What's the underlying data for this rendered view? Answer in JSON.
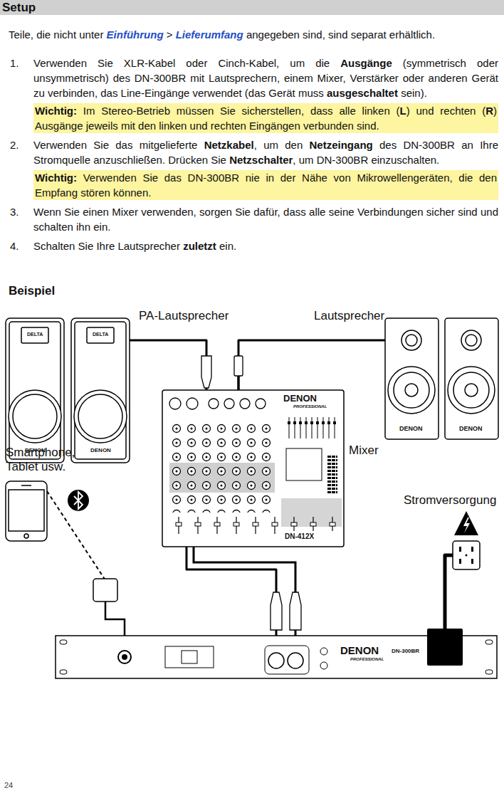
{
  "diagram": {
    "title": "Setup",
    "nodes": [
      {
        "text": [
          "PA-Lautsprecher"
        ]
      },
      {
        "text": [
          "Lautsprecher"
        ]
      },
      {
        "text": [
          "Smartphone, Tablet usw."
        ]
      },
      {
        "text": [
          "Mixer",
          "DENON",
          "PROFESSIONAL",
          "DN-412X"
        ]
      },
      {
        "text": [
          "Stromversorgung"
        ]
      },
      {
        "text": [
          "DENON",
          "PROFESSIONAL",
          "DN-300BR"
        ]
      }
    ],
    "edges": [
      {
        "from": 3,
        "to": 0,
        "arrow": "none"
      },
      {
        "from": 3,
        "to": 1,
        "arrow": "none"
      },
      {
        "from": 5,
        "to": 3,
        "arrow": "none"
      },
      {
        "from": 2,
        "to": 5,
        "arrow": "none"
      },
      {
        "from": 4,
        "to": 5,
        "arrow": "none"
      }
    ],
    "labels": [
      "Teile, die nicht unter",
      "Einführung",
      ">",
      "Lieferumfang",
      "angegeben sind, sind separat erhältlich.",
      "1.",
      "Verwenden Sie XLR-Kabel oder Cinch-Kabel, um die",
      "Ausgänge",
      "(symmetrisch oder unsymmetrisch) des DN-300BR mit Lautsprechern, einem Mixer, Verstärker oder anderen Gerät zu verbinden, das Line-Eingänge verwendet (das Gerät muss",
      "ausgeschaltet",
      "sein).",
      "Wichtig:",
      "Im Stereo-Betrieb müssen Sie sicherstellen, dass alle linken (",
      "L",
      ") und rechten (",
      "R",
      ") Ausgänge jeweils mit den linken und rechten Eingängen verbunden sind.",
      "2.",
      "Verwenden Sie das mitgelieferte",
      "Netzkabel",
      ", um den",
      "Netzeingang",
      "des DN-300BR an Ihre Stromquelle anzuschließen. Drücken Sie",
      "Netzschalter",
      ", um DN-300BR einzuschalten.",
      "Wichtig:",
      "Verwenden Sie das DN-300BR nie in der Nähe von Mikrowellengeräten, die den Empfang stören können.",
      "3.",
      "Wenn Sie einen Mixer verwenden, sorgen Sie dafür, dass alle seine Verbindungen sicher sind und schalten ihn ein.",
      "4.",
      "Schalten Sie Ihre Lautsprecher",
      "zuletzt",
      "ein.",
      "Beispiel",
      "DELTA",
      "DELTA",
      "DENON",
      "DENON",
      "DENON",
      "DENON",
      "24"
    ]
  }
}
